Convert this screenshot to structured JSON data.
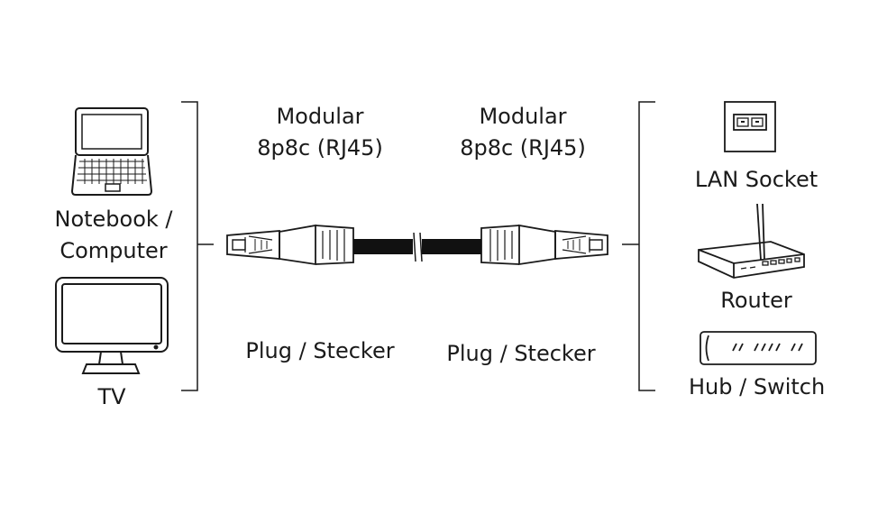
{
  "left_devices": {
    "notebook_line1": "Notebook /",
    "notebook_line2": "Computer",
    "tv": "TV"
  },
  "connectors": {
    "left_title_line1": "Modular",
    "left_title_line2": "8p8c (RJ45)",
    "right_title_line1": "Modular",
    "right_title_line2": "8p8c (RJ45)",
    "left_plug_label": "Plug / Stecker",
    "right_plug_label": "Plug / Stecker"
  },
  "right_devices": {
    "lan_socket": "LAN Socket",
    "router": "Router",
    "hub_switch": "Hub / Switch"
  },
  "icons": {
    "laptop": "laptop-icon",
    "tv": "tv-monitor-icon",
    "lan_socket": "lan-socket-icon",
    "router": "router-icon",
    "hub": "hub-switch-icon",
    "plug": "rj45-plug-icon"
  }
}
